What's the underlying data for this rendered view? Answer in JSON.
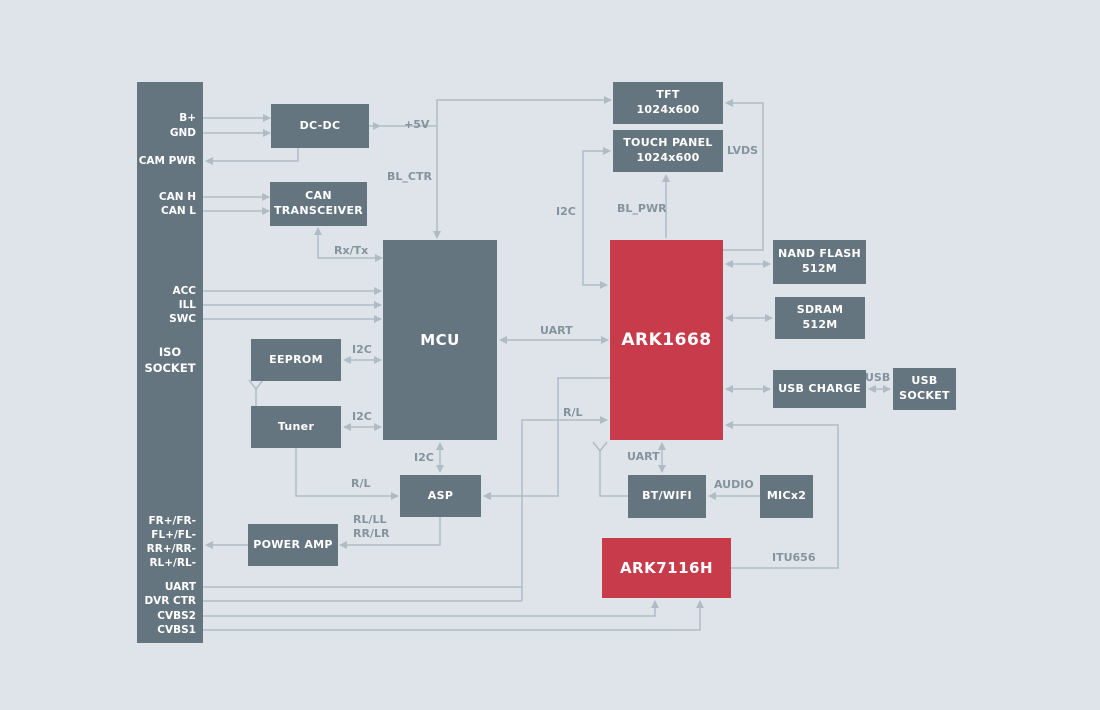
{
  "colors": {
    "background": "#dee4ea",
    "block": "#657580",
    "accent_red": "#c73b4b",
    "wire": "#b0bcc4",
    "wire_label": "#85939d"
  },
  "iso": {
    "title_line1": "ISO",
    "title_line2": "SOCKET",
    "pins": [
      "B+",
      "GND",
      "CAM PWR",
      "CAN H",
      "CAN L",
      "ACC",
      "ILL",
      "SWC",
      "FR+/FR-",
      "FL+/FL-",
      "RR+/RR-",
      "RL+/RL-",
      "UART",
      "DVR CTR",
      "CVBS2",
      "CVBS1"
    ]
  },
  "blocks": {
    "dcdc": {
      "label": "DC-DC"
    },
    "can": {
      "line1": "CAN",
      "line2": "TRANSCEIVER"
    },
    "mcu": {
      "label": "MCU"
    },
    "eeprom": {
      "label": "EEPROM"
    },
    "tuner": {
      "label": "Tuner"
    },
    "asp": {
      "label": "ASP"
    },
    "poweramp": {
      "label": "POWER AMP"
    },
    "tft": {
      "line1": "TFT",
      "line2": "1024x600"
    },
    "touch": {
      "line1": "TOUCH PANEL",
      "line2": "1024x600"
    },
    "ark1668": {
      "label": "ARK1668"
    },
    "nand": {
      "line1": "NAND FLASH",
      "line2": "512M"
    },
    "sdram": {
      "line1": "SDRAM",
      "line2": "512M"
    },
    "usbcharge": {
      "label": "USB CHARGE"
    },
    "usbsocket": {
      "line1": "USB",
      "line2": "SOCKET"
    },
    "btwifi": {
      "label": "BT/WIFI"
    },
    "micx2": {
      "label": "MICx2"
    },
    "ark7116h": {
      "label": "ARK7116H"
    }
  },
  "wire_labels": {
    "v5": "+5V",
    "bl_ctr": "BL_CTR",
    "rxtx": "Rx/Tx",
    "i2c_touch": "I2C",
    "bl_pwr": "BL_PWR",
    "lvds": "LVDS",
    "i2c_eeprom": "I2C",
    "i2c_tuner": "I2C",
    "i2c_asp": "I2C",
    "uart_main": "UART",
    "rl_tuner": "R/L",
    "rl_ark": "R/L",
    "rl_amp1": "RL/LL",
    "rl_amp2": "RR/LR",
    "uart_bt": "UART",
    "audio": "AUDIO",
    "usb": "USB",
    "itu656": "ITU656"
  }
}
